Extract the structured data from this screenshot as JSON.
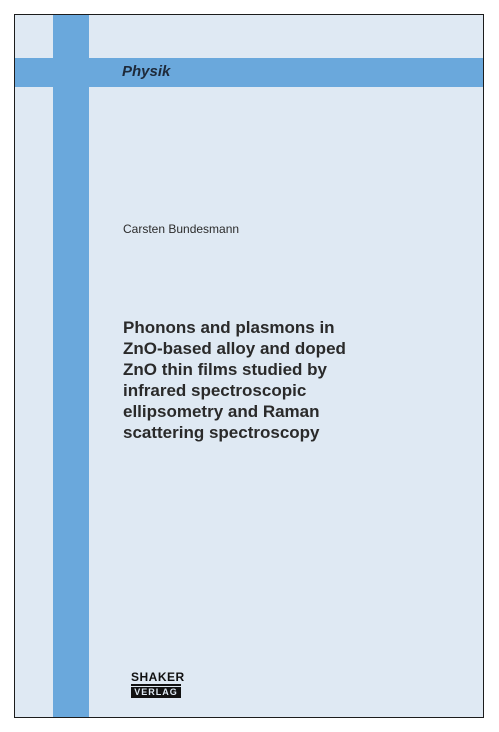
{
  "colors": {
    "cover_background": "#dfe9f3",
    "stripe_blue": "#6aa8dc",
    "text_dark": "#2a2a2a"
  },
  "cover": {
    "series": "Physik",
    "author": "Carsten Bundesmann",
    "title_lines": [
      "Phonons and plasmons in",
      "ZnO-based alloy and doped",
      "ZnO thin films studied by",
      "infrared spectroscopic",
      "ellipsometry and Raman",
      "scattering spectroscopy"
    ],
    "publisher": {
      "top": "SHAKER",
      "bottom": "VERLAG"
    }
  }
}
